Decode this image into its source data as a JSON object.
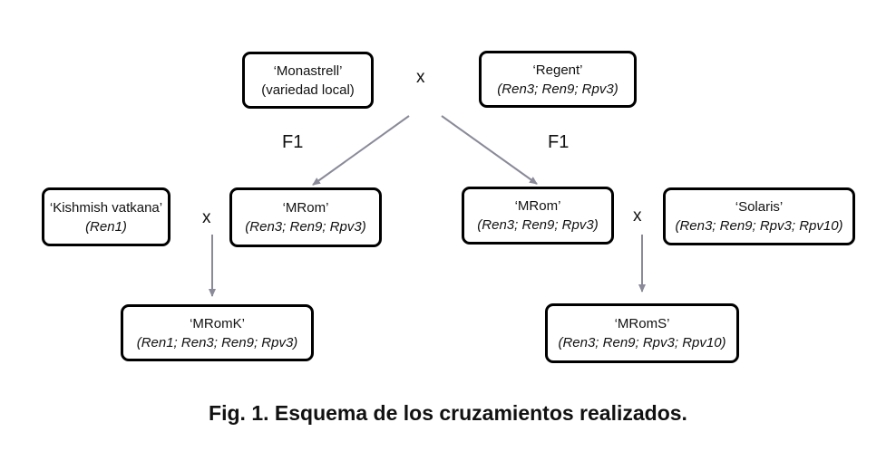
{
  "diagram": {
    "nodes": {
      "monastrell": {
        "name": "‘Monastrell’",
        "detail": "(variedad local)"
      },
      "regent": {
        "name": "‘Regent’",
        "detail": "(Ren3; Ren9; Rpv3)"
      },
      "kishmish": {
        "name": "‘Kishmish vatkana’",
        "detail": "(Ren1)"
      },
      "mrom_left": {
        "name": "‘MRom’",
        "detail": "(Ren3; Ren9; Rpv3)"
      },
      "mrom_right": {
        "name": "‘MRom’",
        "detail": "(Ren3; Ren9; Rpv3)"
      },
      "solaris": {
        "name": "‘Solaris’",
        "detail": "(Ren3; Ren9; Rpv3; Rpv10)"
      },
      "mromk": {
        "name": "‘MRomK’",
        "detail": "(Ren1; Ren3; Ren9; Rpv3)"
      },
      "mroms": {
        "name": "‘MRomS’",
        "detail": "(Ren3; Ren9; Rpv3; Rpv10)"
      }
    },
    "cross_symbol": "x",
    "generation_label": "F1",
    "edges": [
      {
        "from": "cross_top",
        "to": "mrom_left"
      },
      {
        "from": "cross_top",
        "to": "mrom_right"
      },
      {
        "from": "cross_left",
        "to": "mromk"
      },
      {
        "from": "cross_right",
        "to": "mroms"
      }
    ],
    "arrow_color": "#8a8a99",
    "caption": "Fig. 1. Esquema de los cruzamientos realizados."
  }
}
